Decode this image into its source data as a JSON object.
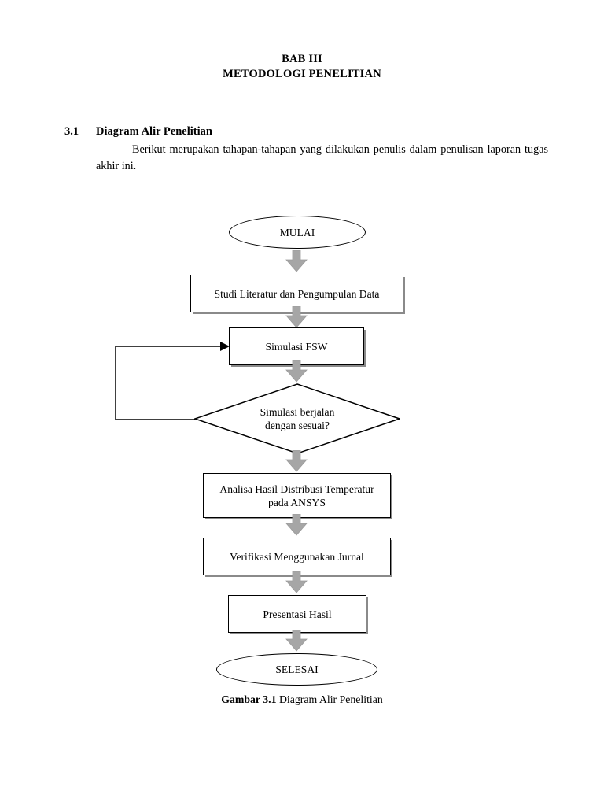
{
  "document": {
    "chapter_line1": "BAB III",
    "chapter_line2": "METODOLOGI PENELITIAN",
    "section_number": "3.1",
    "section_title": "Diagram Alir Penelitian",
    "paragraph": "Berikut merupakan tahapan-tahapan yang dilakukan penulis dalam penulisan laporan tugas akhir ini.",
    "figure_caption_bold": "Gambar 3.1",
    "figure_caption_rest": " Diagram Alir Penelitian"
  },
  "colors": {
    "page_background": "#ffffff",
    "text": "#000000",
    "shape_outline": "#000000",
    "arrow_fill": "#a6a6a6",
    "arrow_outline": "#9b9b9b",
    "box_shadow": "#8a8a8a"
  },
  "flowchart": {
    "type": "flowchart",
    "orientation": "top-to-bottom",
    "nodes": [
      {
        "id": "start",
        "shape": "oval",
        "label": "MULAI"
      },
      {
        "id": "literature",
        "shape": "process",
        "label": "Studi Literatur dan Pengumpulan Data"
      },
      {
        "id": "simulation",
        "shape": "process",
        "label": "Simulasi FSW"
      },
      {
        "id": "decision",
        "shape": "decision",
        "label_line1": "Simulasi berjalan",
        "label_line2": "dengan sesuai?"
      },
      {
        "id": "analysis",
        "shape": "process",
        "label_line1": "Analisa Hasil Distribusi Temperatur",
        "label_line2": "pada ANSYS"
      },
      {
        "id": "verification",
        "shape": "process",
        "label": "Verifikasi Menggunakan Jurnal"
      },
      {
        "id": "presentation",
        "shape": "process",
        "label": "Presentasi Hasil"
      },
      {
        "id": "end",
        "shape": "oval",
        "label": "SELESAI"
      }
    ],
    "edges": [
      {
        "from": "start",
        "to": "literature",
        "style": "block-arrow"
      },
      {
        "from": "literature",
        "to": "simulation",
        "style": "block-arrow"
      },
      {
        "from": "simulation",
        "to": "decision",
        "style": "block-arrow"
      },
      {
        "from": "decision",
        "to": "analysis",
        "style": "block-arrow"
      },
      {
        "from": "analysis",
        "to": "verification",
        "style": "block-arrow"
      },
      {
        "from": "verification",
        "to": "presentation",
        "style": "block-arrow"
      },
      {
        "from": "presentation",
        "to": "end",
        "style": "block-arrow"
      },
      {
        "from": "decision",
        "to": "simulation",
        "style": "line-arrow",
        "route": "left-feedback-loop"
      }
    ]
  }
}
